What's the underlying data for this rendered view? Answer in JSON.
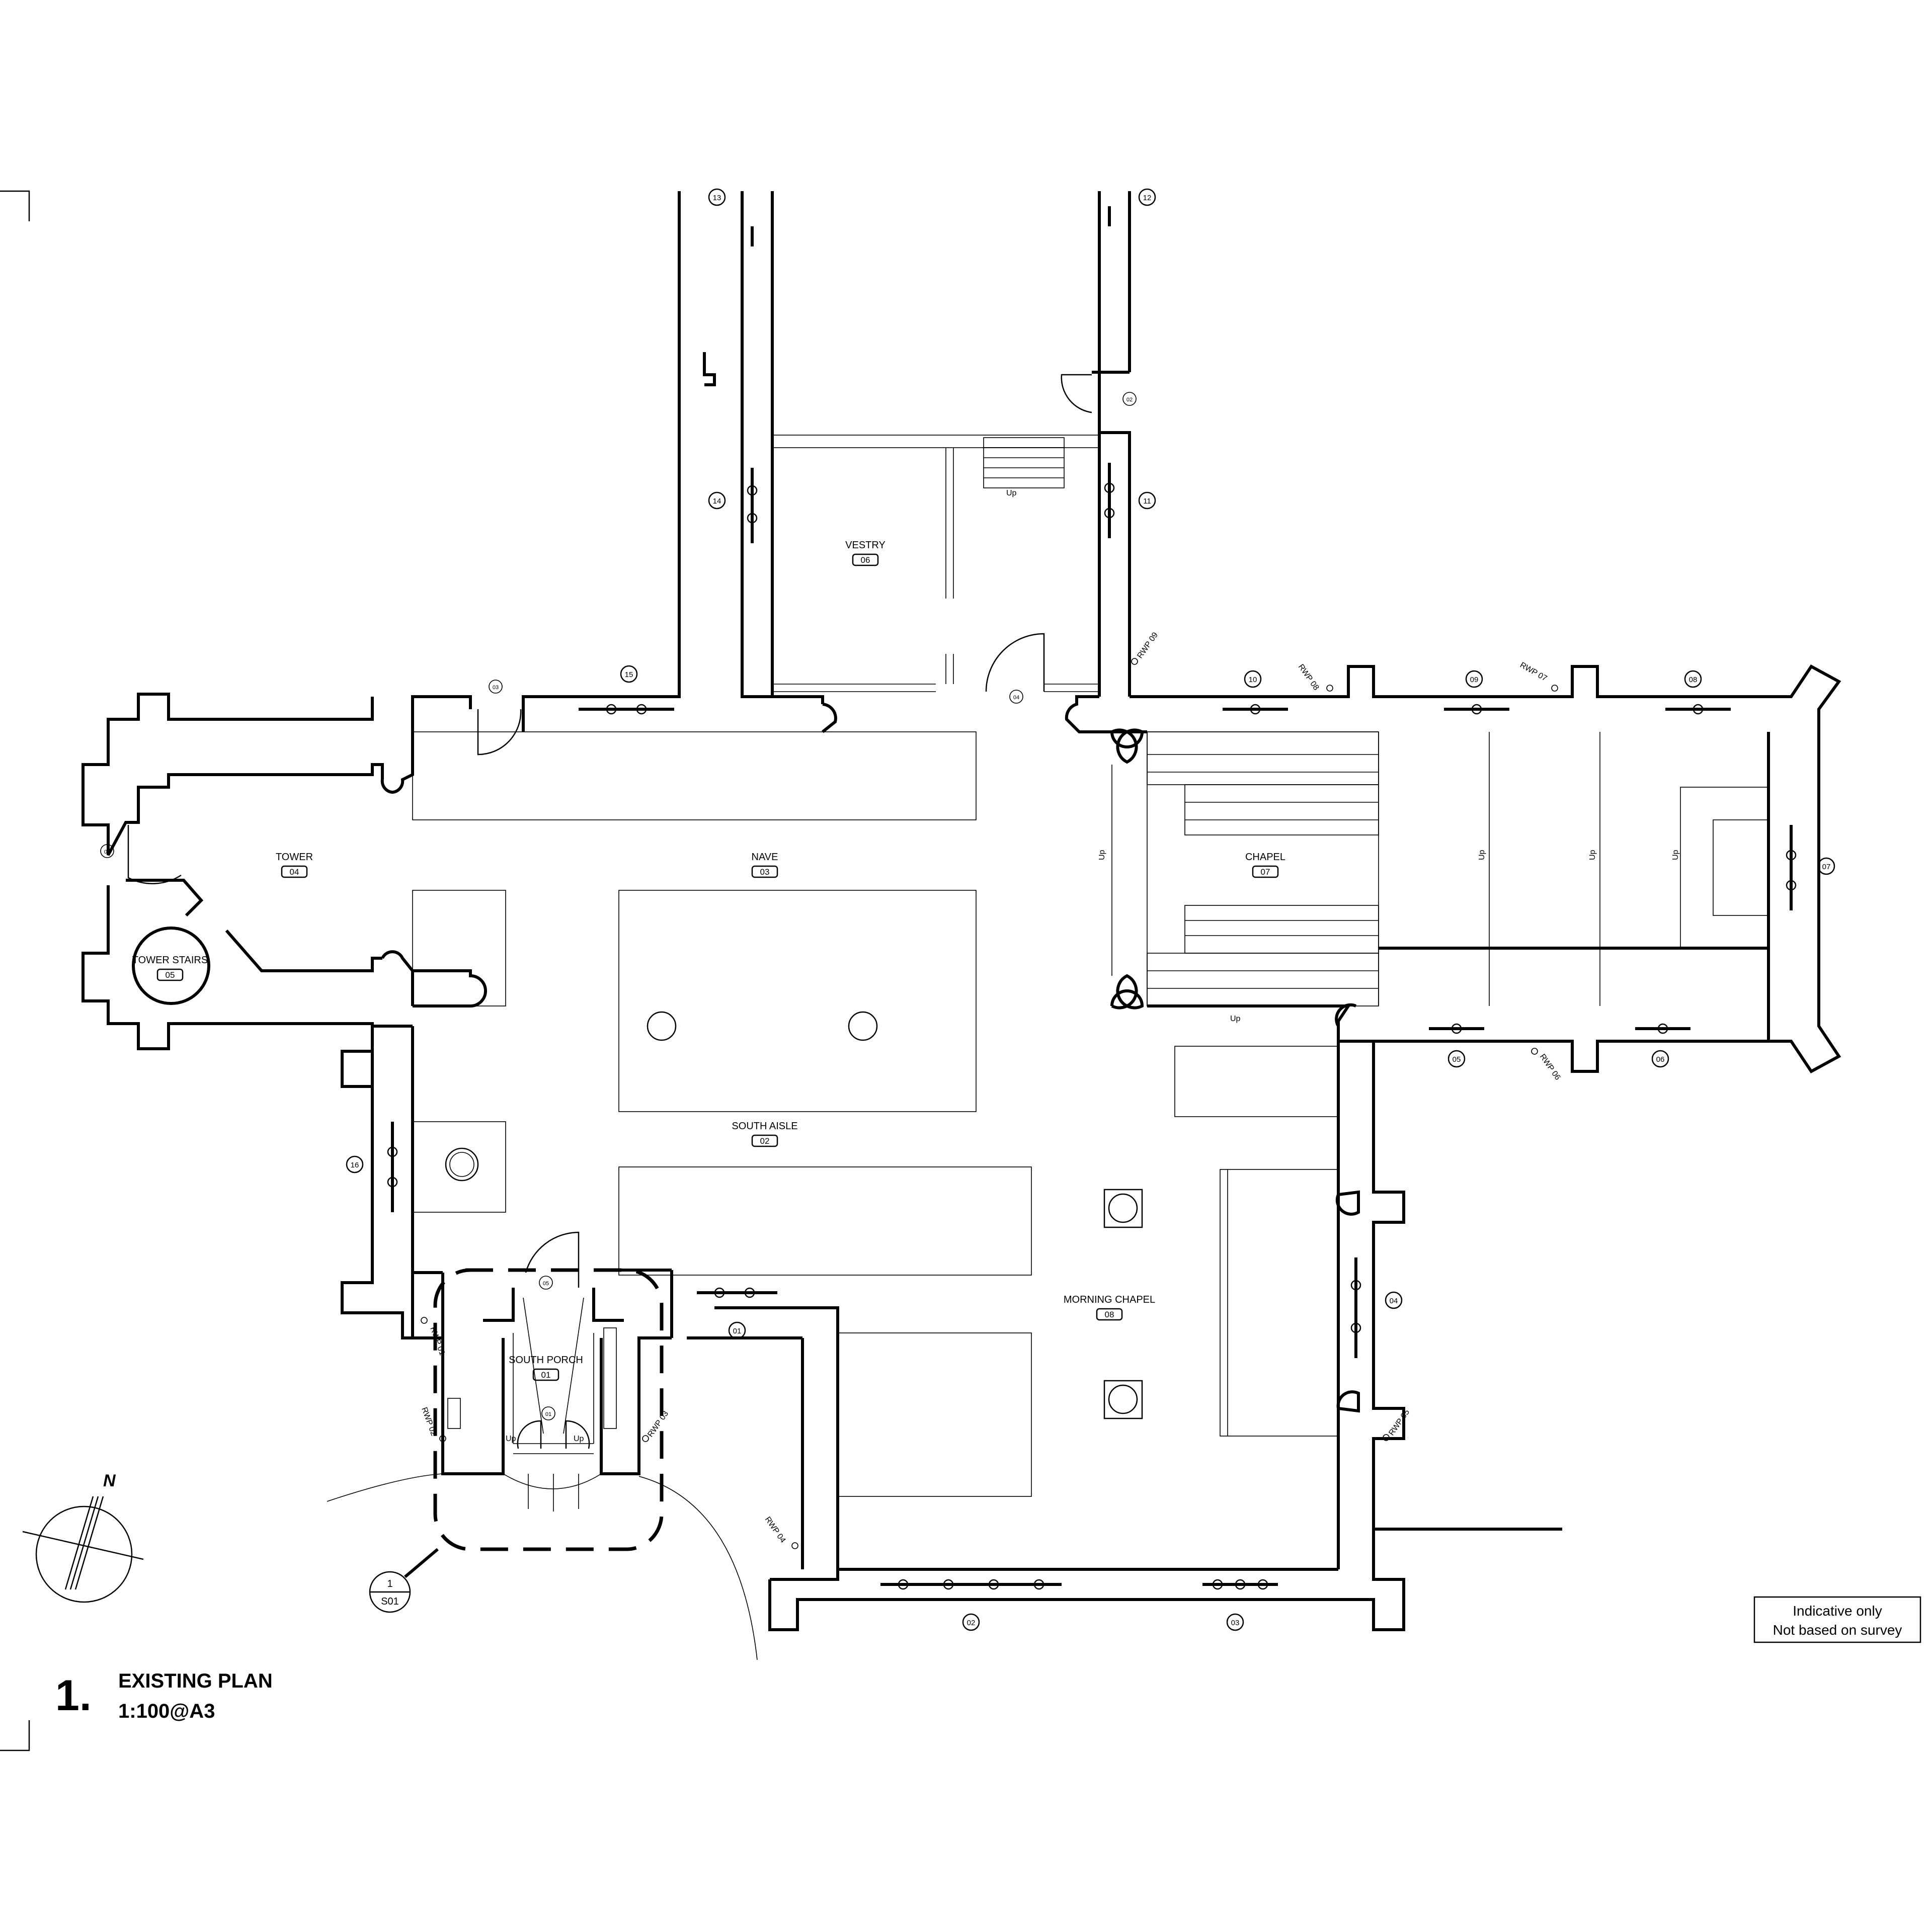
{
  "title": {
    "number": "1.",
    "name": "EXISTING PLAN",
    "scale": "1:100@A3"
  },
  "note": {
    "line1": "Indicative only",
    "line2": "Not based on survey"
  },
  "north_label": "N",
  "section_marker": {
    "top": "1",
    "bottom": "S01"
  },
  "rooms": {
    "vestry": {
      "label": "VESTRY",
      "num": "06"
    },
    "tower": {
      "label": "TOWER",
      "num": "04"
    },
    "nave": {
      "label": "NAVE",
      "num": "03"
    },
    "chapel": {
      "label": "CHAPEL",
      "num": "07"
    },
    "tower_stairs": {
      "label": "TOWER STAIRS",
      "num": "05"
    },
    "south_aisle": {
      "label": "SOUTH AISLE",
      "num": "02"
    },
    "morning_chapel": {
      "label": "MORNING CHAPEL",
      "num": "08"
    },
    "south_porch": {
      "label": "SOUTH PORCH",
      "num": "01"
    }
  },
  "windows": {
    "w01": "01",
    "w02": "02",
    "w03": "03",
    "w04": "04",
    "w05": "05",
    "w06": "06",
    "w07": "07",
    "w08": "08",
    "w09": "09",
    "w10": "10",
    "w11": "11",
    "w12": "12",
    "w13": "13",
    "w14": "14",
    "w15": "15",
    "w16": "16"
  },
  "doors": {
    "d01": "01",
    "d02": "02",
    "d03": "03",
    "d04": "04",
    "d04b": "04",
    "d05": "05"
  },
  "rwp": {
    "r01": "RWP 01",
    "r02": "RWP 02",
    "r03": "RWP 03",
    "r04": "RWP 04",
    "r05": "RWP 05",
    "r06": "RWP 06",
    "r07": "RWP 07",
    "r08": "RWP 08",
    "r09": "RWP 09"
  },
  "stair_labels": {
    "up": "Up"
  },
  "colors": {
    "line": "#000000",
    "background": "#ffffff"
  }
}
